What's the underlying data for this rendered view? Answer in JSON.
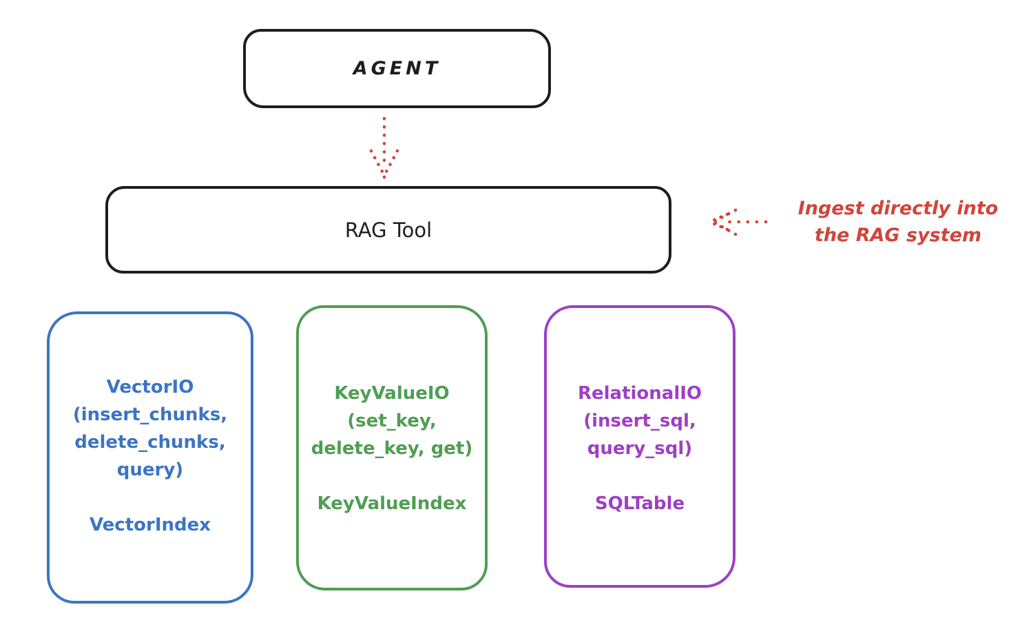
{
  "agent_box": {
    "label": "AGENT"
  },
  "rag_tool_box": {
    "label": "RAG Tool"
  },
  "annotation": {
    "line1": "Ingest directly into",
    "line2": "the RAG system"
  },
  "arrows": [
    {
      "name": "agent-to-ragtool-dotted-arrow",
      "direction": "down",
      "style": "dotted"
    },
    {
      "name": "ingest-annotation-dotted-arrow",
      "direction": "left",
      "style": "dotted"
    }
  ],
  "io_boxes": [
    {
      "lines": [
        "VectorIO",
        "(insert_chunks,",
        "delete_chunks,",
        "query)"
      ],
      "index_label": "VectorIndex",
      "color": "#3b74c4"
    },
    {
      "lines": [
        "KeyValueIO",
        "(set_key,",
        "delete_key, get)"
      ],
      "index_label": "KeyValueIndex",
      "color": "#4f9e52"
    },
    {
      "lines": [
        "RelationalIO",
        "(insert_sql,",
        "query_sql)"
      ],
      "index_label": "SQLTable",
      "color": "#9e3fc4"
    }
  ],
  "colors": {
    "ink": "#1e1e1e",
    "red": "#d0453b",
    "blue": "#3b74c4",
    "green": "#4f9e52",
    "purple": "#9e3fc4",
    "background": "#ffffff"
  }
}
